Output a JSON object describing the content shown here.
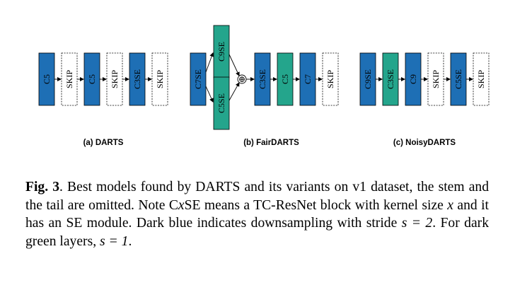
{
  "colors": {
    "downsample": "#1e6fb5",
    "stride_one": "#24a58c",
    "skip_fill": "#ffffff",
    "border": "#000000"
  },
  "panels": [
    {
      "caption": "(a) DARTS",
      "blocks": [
        {
          "label": "C5",
          "kind": "downsample"
        },
        {
          "label": "SKIP",
          "kind": "skip"
        },
        {
          "label": "C5",
          "kind": "downsample"
        },
        {
          "label": "SKIP",
          "kind": "skip"
        },
        {
          "label": "C3SE",
          "kind": "downsample"
        },
        {
          "label": "SKIP",
          "kind": "skip"
        }
      ]
    },
    {
      "caption": "(b) FairDARTS",
      "input_block": {
        "label": "C7SE",
        "kind": "downsample"
      },
      "branches": [
        {
          "label": "C9SE",
          "kind": "stride_one"
        },
        {
          "label": "C5SE",
          "kind": "stride_one"
        }
      ],
      "merge_symbol": "⊕",
      "blocks": [
        {
          "label": "C3SE",
          "kind": "downsample"
        },
        {
          "label": "C5",
          "kind": "stride_one"
        },
        {
          "label": "C7",
          "kind": "downsample"
        },
        {
          "label": "SKIP",
          "kind": "skip"
        }
      ]
    },
    {
      "caption": "(c) NoisyDARTS",
      "blocks": [
        {
          "label": "C9SE",
          "kind": "downsample"
        },
        {
          "label": "C3SE",
          "kind": "stride_one"
        },
        {
          "label": "C9",
          "kind": "downsample"
        },
        {
          "label": "SKIP",
          "kind": "skip"
        },
        {
          "label": "C5SE",
          "kind": "downsample"
        },
        {
          "label": "SKIP",
          "kind": "skip"
        }
      ]
    }
  ],
  "caption": {
    "label": "Fig. 3",
    "text_1": ". Best models found by DARTS and its variants on v1 dataset, the stem and the tail are omitted. Note C",
    "var_x": "x",
    "text_2": "SE means a TC-ResNet block with kernel size ",
    "var_x2": "x",
    "text_3": " and it has an SE module. Dark blue indicates downsampling with stride ",
    "eq_1": "s = 2",
    "text_4": ". For dark green layers, ",
    "eq_2": "s = 1",
    "text_5": "."
  }
}
